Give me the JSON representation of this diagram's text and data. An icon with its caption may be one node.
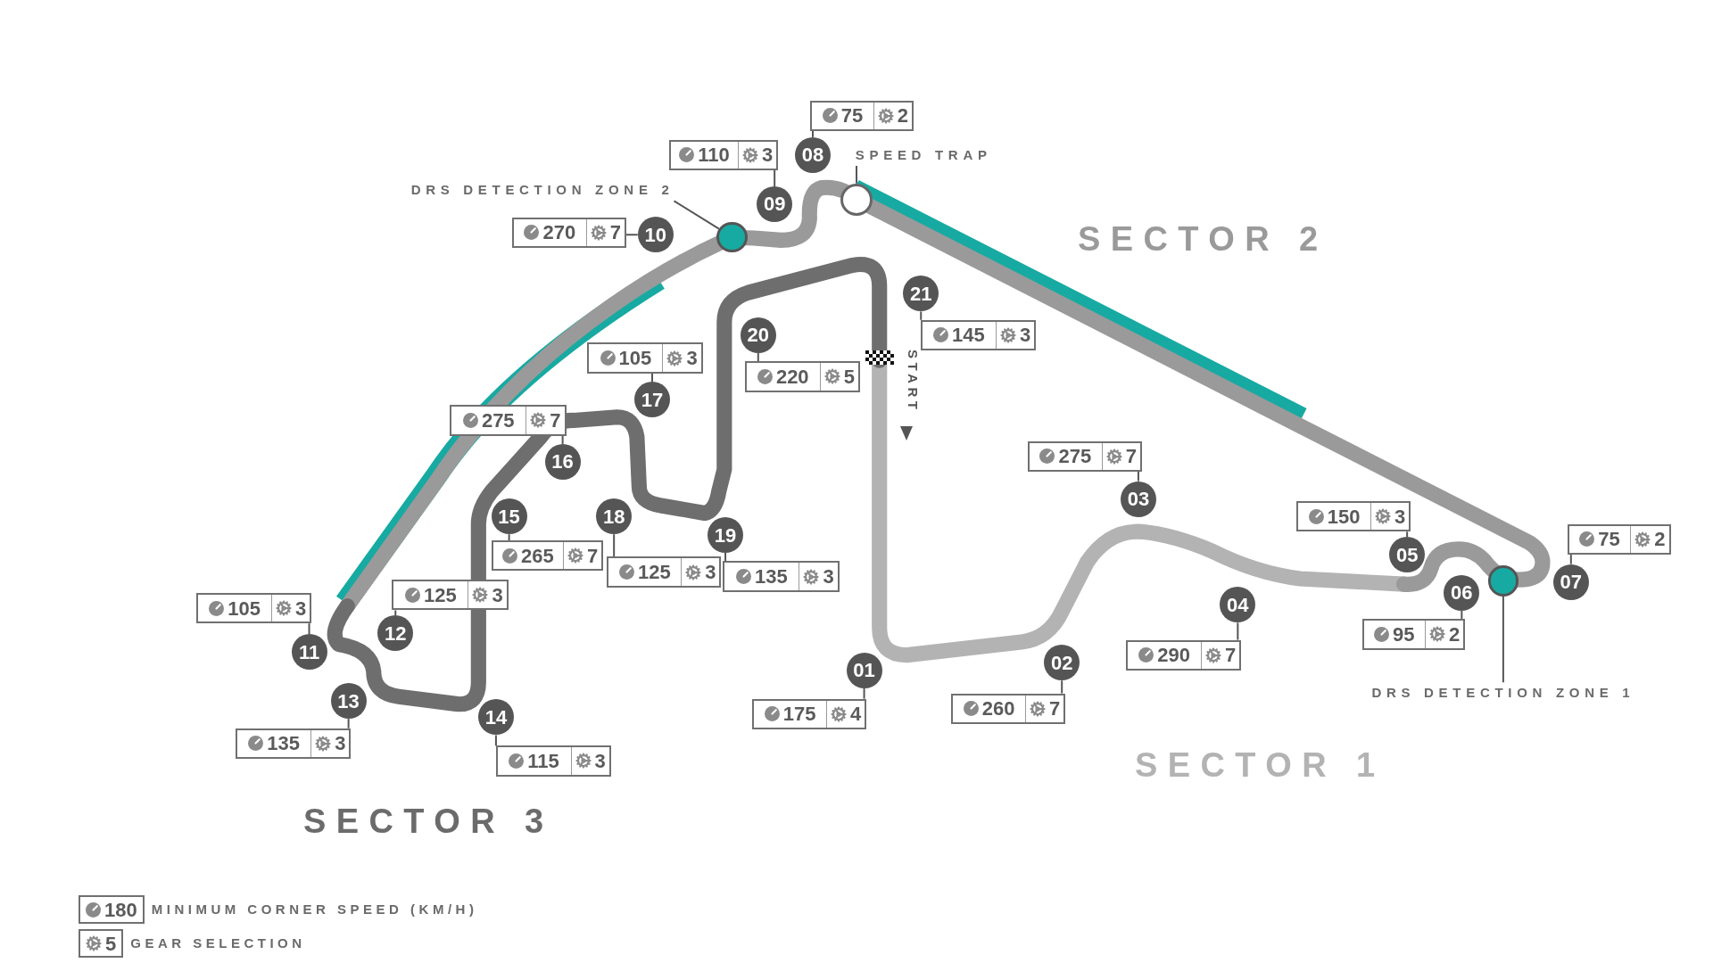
{
  "diagram": {
    "nodes": [
      {
        "text": [
          "01"
        ]
      },
      {
        "text": [
          "02"
        ]
      },
      {
        "text": [
          "03"
        ]
      },
      {
        "text": [
          "04"
        ]
      },
      {
        "text": [
          "05"
        ]
      },
      {
        "text": [
          "06"
        ]
      },
      {
        "text": [
          "07"
        ]
      },
      {
        "text": [
          "08"
        ]
      },
      {
        "text": [
          "09"
        ]
      },
      {
        "text": [
          "10"
        ]
      },
      {
        "text": [
          "11"
        ]
      },
      {
        "text": [
          "12"
        ]
      },
      {
        "text": [
          "13"
        ]
      },
      {
        "text": [
          "14"
        ]
      },
      {
        "text": [
          "15"
        ]
      },
      {
        "text": [
          "16"
        ]
      },
      {
        "text": [
          "17"
        ]
      },
      {
        "text": [
          "18"
        ]
      },
      {
        "text": [
          "19"
        ]
      },
      {
        "text": [
          "20"
        ]
      },
      {
        "text": [
          "21"
        ]
      },
      {
        "text": [
          "175",
          "4"
        ]
      },
      {
        "text": [
          "260",
          "7"
        ]
      },
      {
        "text": [
          "275",
          "7"
        ]
      },
      {
        "text": [
          "290",
          "7"
        ]
      },
      {
        "text": [
          "150",
          "3"
        ]
      },
      {
        "text": [
          "95",
          "2"
        ]
      },
      {
        "text": [
          "75",
          "2"
        ]
      },
      {
        "text": [
          "75",
          "2"
        ]
      },
      {
        "text": [
          "110",
          "3"
        ]
      },
      {
        "text": [
          "270",
          "7"
        ]
      },
      {
        "text": [
          "105",
          "3"
        ]
      },
      {
        "text": [
          "125",
          "3"
        ]
      },
      {
        "text": [
          "135",
          "3"
        ]
      },
      {
        "text": [
          "115",
          "3"
        ]
      },
      {
        "text": [
          "265",
          "7"
        ]
      },
      {
        "text": [
          "275",
          "7"
        ]
      },
      {
        "text": [
          "105",
          "3"
        ]
      },
      {
        "text": [
          "125",
          "3"
        ]
      },
      {
        "text": [
          "135",
          "3"
        ]
      },
      {
        "text": [
          "220",
          "5"
        ]
      },
      {
        "text": [
          "145",
          "3"
        ]
      },
      {
        "text": [
          "DRS DETECTION ZONE 2"
        ]
      },
      {
        "text": [],
        "shape": "circle"
      },
      {
        "text": [
          "SPEED TRAP"
        ]
      },
      {
        "text": [],
        "shape": "circle"
      },
      {
        "text": [],
        "shape": "circle"
      },
      {
        "text": [
          "DRS DETECTION ZONE 1"
        ]
      }
    ],
    "edges": [
      {
        "from": 21,
        "to": 0,
        "arrow": "none"
      },
      {
        "from": 22,
        "to": 1,
        "arrow": "none"
      },
      {
        "from": 23,
        "to": 2,
        "arrow": "none"
      },
      {
        "from": 24,
        "to": 3,
        "arrow": "none"
      },
      {
        "from": 25,
        "to": 4,
        "arrow": "none"
      },
      {
        "from": 26,
        "to": 5,
        "arrow": "none"
      },
      {
        "from": 27,
        "to": 6,
        "arrow": "none"
      },
      {
        "from": 28,
        "to": 7,
        "arrow": "none"
      },
      {
        "from": 29,
        "to": 8,
        "arrow": "none"
      },
      {
        "from": 30,
        "to": 9,
        "arrow": "none"
      },
      {
        "from": 31,
        "to": 10,
        "arrow": "none"
      },
      {
        "from": 32,
        "to": 11,
        "arrow": "none"
      },
      {
        "from": 33,
        "to": 12,
        "arrow": "none"
      },
      {
        "from": 34,
        "to": 13,
        "arrow": "none"
      },
      {
        "from": 35,
        "to": 14,
        "arrow": "none"
      },
      {
        "from": 36,
        "to": 15,
        "arrow": "none"
      },
      {
        "from": 37,
        "to": 16,
        "arrow": "none"
      },
      {
        "from": 38,
        "to": 17,
        "arrow": "none"
      },
      {
        "from": 39,
        "to": 18,
        "arrow": "none"
      },
      {
        "from": 40,
        "to": 19,
        "arrow": "none"
      },
      {
        "from": 41,
        "to": 20,
        "arrow": "none"
      },
      {
        "from": 42,
        "to": 43,
        "arrow": "none"
      },
      {
        "from": 44,
        "to": 45,
        "arrow": "none"
      },
      {
        "from": 47,
        "to": 46,
        "arrow": "none"
      }
    ],
    "labels": [
      "SECTOR 2",
      "START",
      "SECTOR 1",
      "SECTOR 3",
      "180",
      "5"
    ],
    "legend": [
      {
        "text": "MINIMUM CORNER SPEED (KM/H)"
      },
      {
        "text": "GEAR SELECTION"
      }
    ]
  }
}
